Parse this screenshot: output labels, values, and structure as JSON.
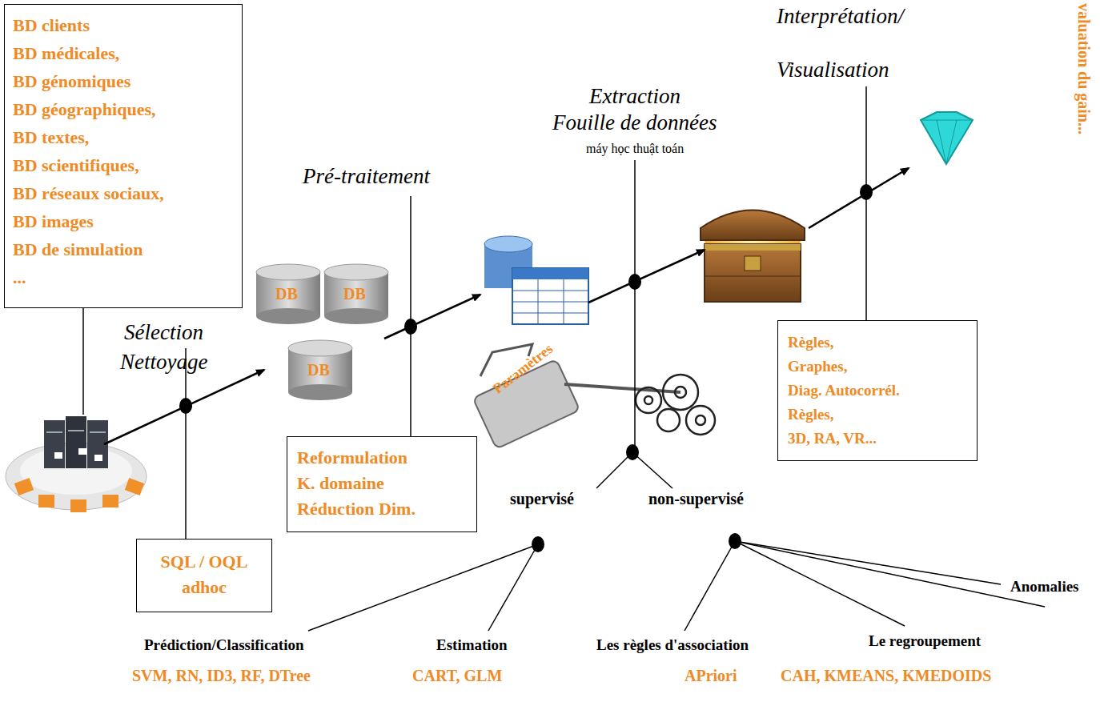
{
  "diagram": {
    "nodes": [
      {
        "text": [
          "BD clients",
          "BD médicales,",
          "BD génomiques",
          "BD géographiques,",
          "BD textes,",
          "BD scientifiques,",
          "BD réseaux sociaux,",
          "BD images",
          "BD de simulation",
          "..."
        ]
      },
      {
        "text": [
          "SQL / OQL",
          "adhoc"
        ]
      },
      {
        "text": [
          "Reformulation",
          "K. domaine",
          "Réduction Dim."
        ]
      },
      {
        "text": [
          "Règles,",
          "Graphes,",
          "Diag. Autocorrél.",
          "Règles,",
          "3D, RA, VR..."
        ]
      }
    ],
    "labels": [
      "Sélection",
      "Nettoyage",
      "Pré-traitement",
      "Extraction",
      "Fouille de données",
      "máy học thuật toán",
      "Interprétation/",
      "Visualisation",
      "valuation du gain...",
      "DB",
      "DB",
      "DB",
      "Paramètres",
      "supervisé",
      "non-supervisé",
      "Prédiction/Classification",
      "SVM, RN, ID3, RF, DTree",
      "Estimation",
      "CART, GLM",
      "Les règles d'association",
      "APriori",
      "Le regroupement",
      "CAH, KMEANS, KMEDOIDS",
      "Anomalies"
    ]
  }
}
